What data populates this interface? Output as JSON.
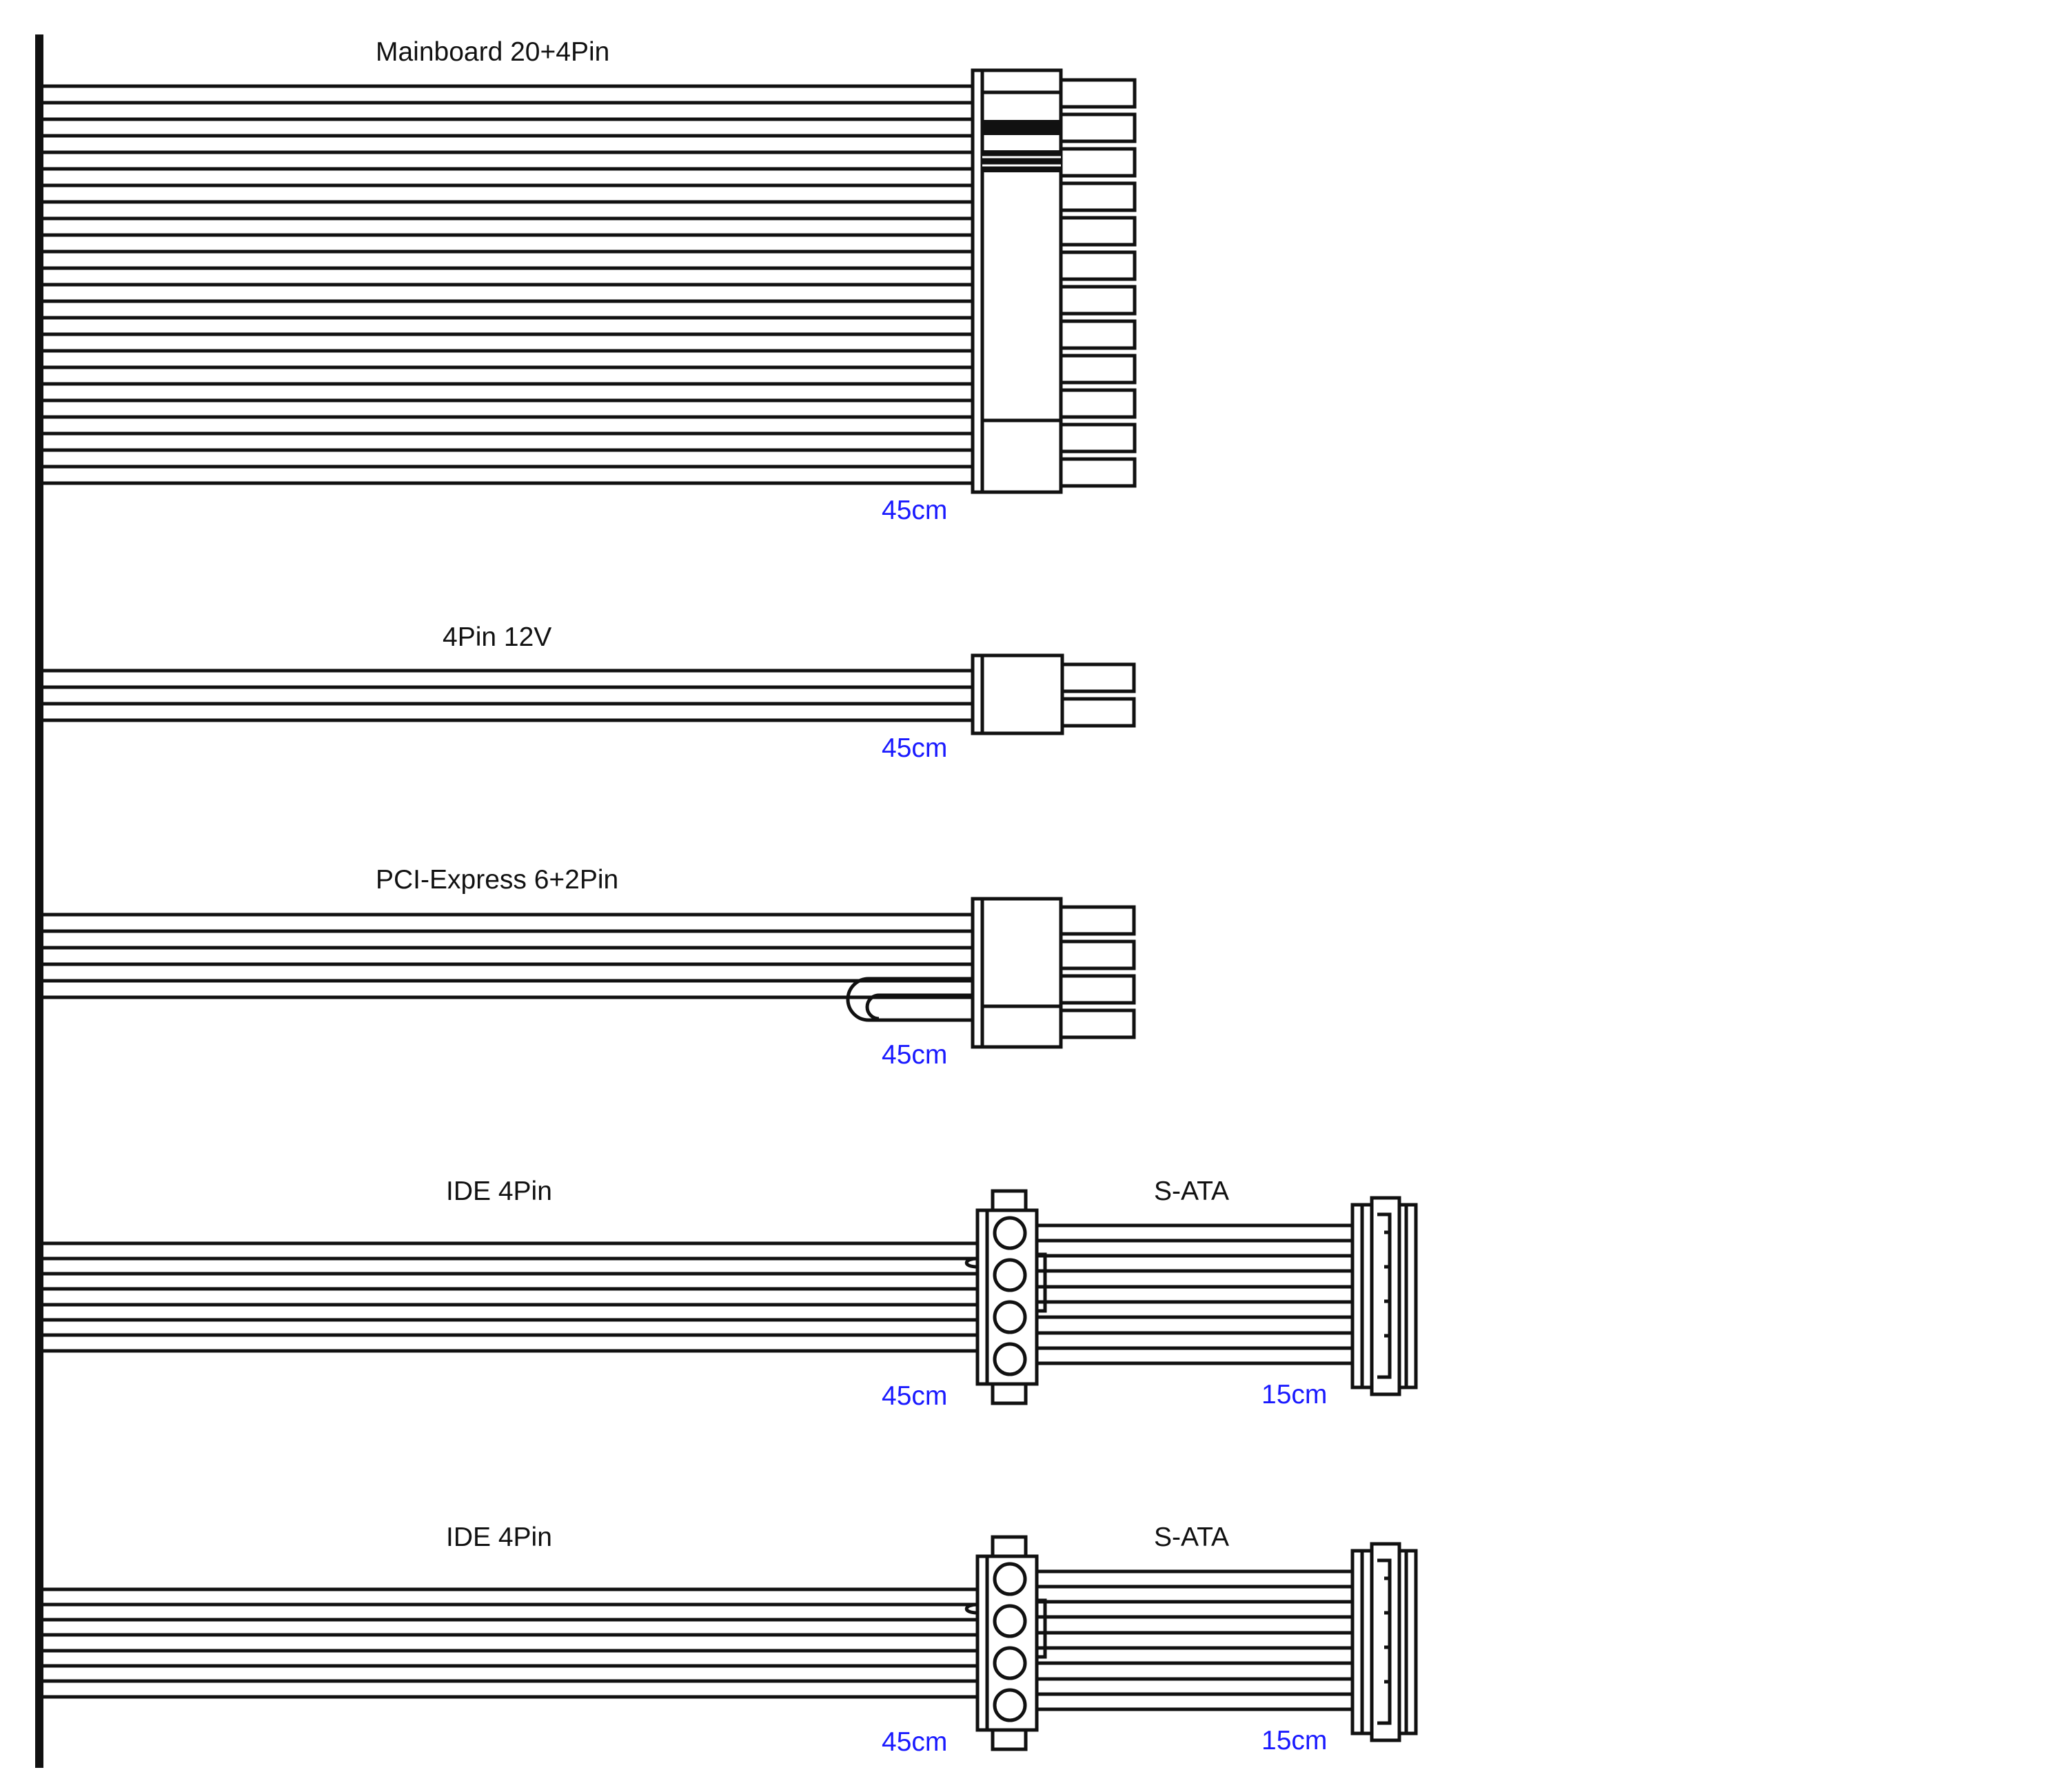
{
  "colors": {
    "wire": "#111111",
    "length": "#1a1aff",
    "background": "#ffffff"
  },
  "cables": [
    {
      "name": "Mainboard 20+4Pin",
      "length": "45cm",
      "wires": 24,
      "connector": "atx-24pin"
    },
    {
      "name": "4Pin 12V",
      "length": "45cm",
      "wires": 4,
      "connector": "eps-4pin"
    },
    {
      "name": "PCI-Express 6+2Pin",
      "length": "45cm",
      "wires": 6,
      "connector": "pcie-6+2pin"
    },
    {
      "name": "IDE 4Pin",
      "length": "45cm",
      "wires": 8,
      "connector": "molex-4pin",
      "extension": {
        "name": "S-ATA",
        "length": "15cm",
        "connector": "sata-power"
      }
    },
    {
      "name": "IDE 4Pin",
      "length": "45cm",
      "wires": 8,
      "connector": "molex-4pin",
      "extension": {
        "name": "S-ATA",
        "length": "15cm",
        "connector": "sata-power"
      }
    }
  ]
}
